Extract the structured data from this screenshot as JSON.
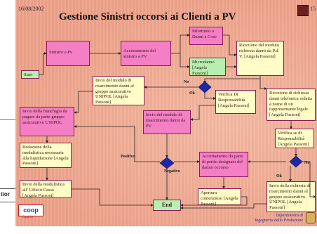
{
  "slide": {
    "date": "16/08/2002",
    "page_number": "15",
    "title": "Gestione Sinistri occorsi ai Clienti a PV"
  },
  "nodes": {
    "start": "Start",
    "sinistro": "Sinistro a Pv",
    "accertamento": "Accertamento del sinistro a PV",
    "infortunio": "Infortunio o Danni a Cose",
    "microdanno": "Microdanno [Angela Passoni]",
    "ricezione_modulo": "Ricezione del modulo richiesta danni da P.d. V. [Angela Passoni]",
    "invio_modulo_gruppo": "Invio del modulo di risarcimento danni al gruppo assicurativo UNIPOL [Angela Passoni]",
    "verifica_resp": "Verifica Di Responsabilità [Angela Passoni]",
    "ricezione_richiesta": "Ricezione di richiesta danni telefonica redatta a nome di un rappresentante legale [Angela Passoni]",
    "invio_franchigia": "Invio della franchigia da pagare da parte gruppo assicurativo UNIPOL",
    "invio_modulo_pv": "Invio del modulo di risarcimento danni da PV",
    "verifica_se": "Verifica se di Responsabilità [Angela Passoni]",
    "redazione": "Redazione della modulistica necessaria alla liquidazione [Angela Passoni]",
    "accertamento_perito": "Accertamento da parte di perito designato del danno occorso",
    "invio_modulistica": "Invio della modulistica all' Ufficio Cassa [Angela Passoni]",
    "apertura": "Apertura contenzioso [Angela Passoni]",
    "invio_richiesta": "Invio della richiesta di risarcimento danni al gruppo assicurativo UNIPOL [Angela Passoni]",
    "end": "End"
  },
  "labels": {
    "no1": "No",
    "ok1": "Ok",
    "positivo": "Positivo",
    "negativo": "Negativo",
    "no2": "No",
    "ok2": "Ok"
  },
  "footer": {
    "logo_text": "coop",
    "logo_sub": "Liguria",
    "department_line1": "Dipartimento di",
    "department_line2": "Ingegneria della Produzione"
  },
  "background_window": {
    "edge_text": "tior"
  },
  "colors": {
    "slide_bg": "#f0a48c",
    "pink_box": "#f47fc4",
    "yellow_box": "#fffcc8",
    "green_box": "#b6efb0",
    "diamond": "#1c2aa8"
  }
}
